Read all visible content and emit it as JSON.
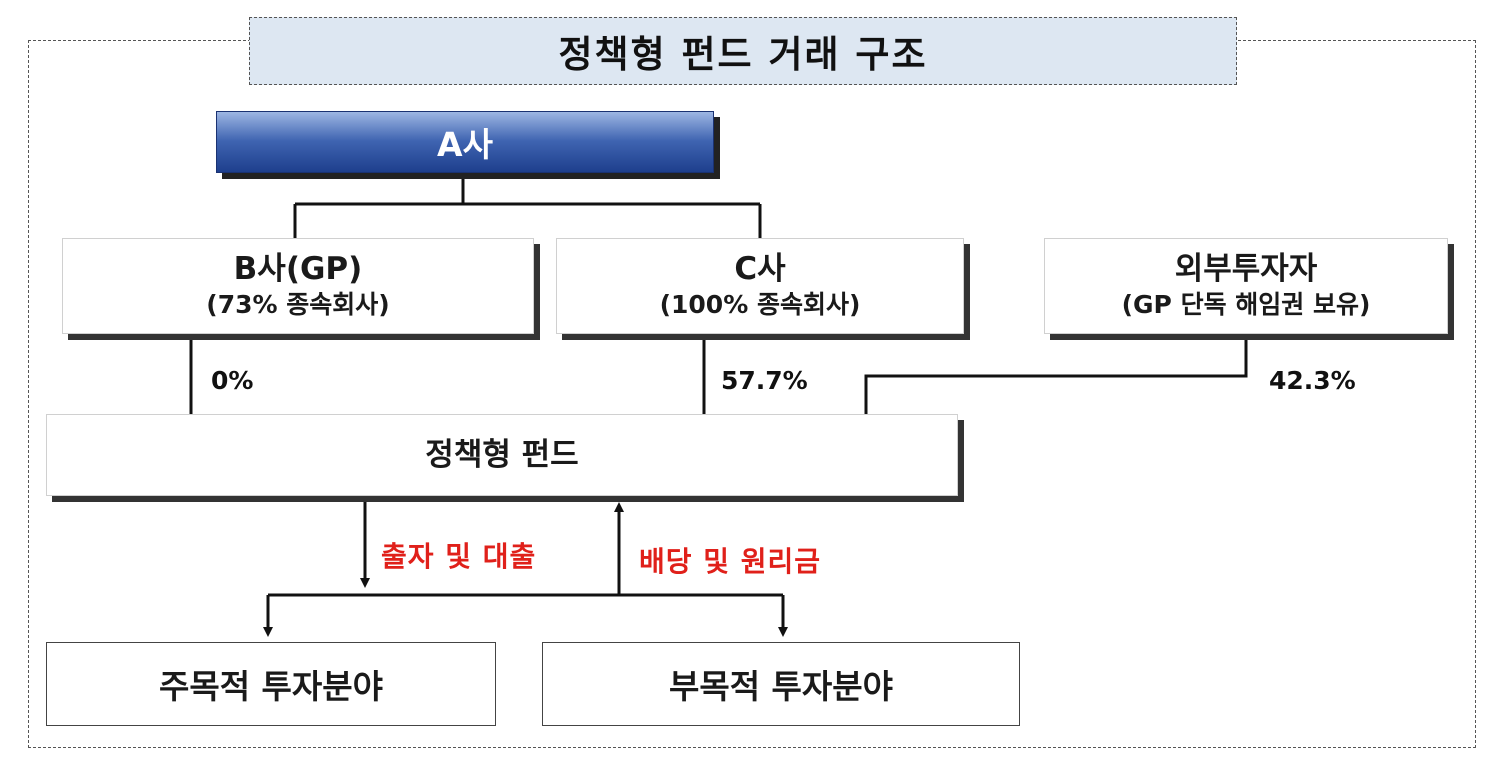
{
  "title": "정책형 펀드 거래 구조",
  "parent": {
    "name": "A사"
  },
  "subsidiaries": [
    {
      "name": "B사(GP)",
      "note": "(73% 종속회사)",
      "stake": "0%"
    },
    {
      "name": "C사",
      "note": "(100% 종속회사)",
      "stake": "57.7%"
    }
  ],
  "external": {
    "name": "외부투자자",
    "note": "(GP 단독 해임권 보유)",
    "stake": "42.3%"
  },
  "fund": {
    "name": "정책형 펀드"
  },
  "flows": {
    "down": "출자 및 대출",
    "up": "배당 및 원리금"
  },
  "targets": [
    {
      "name": "주목적 투자분야"
    },
    {
      "name": "부목적 투자분야"
    }
  ],
  "colors": {
    "parent_fill": "#3f64b1",
    "title_fill": "#dde7f2",
    "flow_text": "#e0201a"
  }
}
